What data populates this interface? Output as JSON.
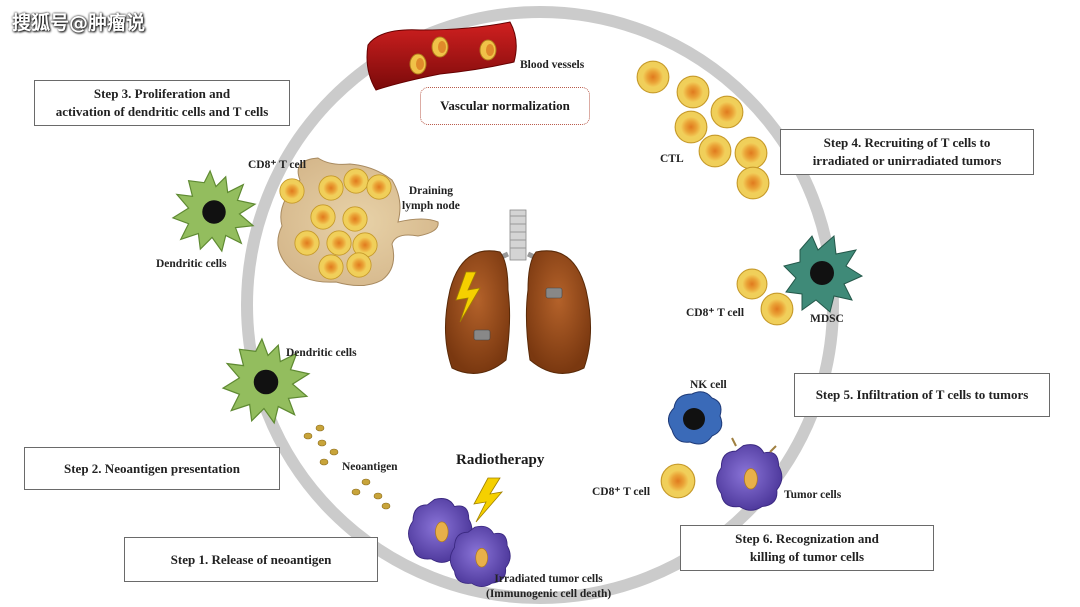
{
  "watermark": "搜狐号@肿瘤说",
  "steps": {
    "step1": "Step 1. Release of neoantigen",
    "step2": "Step 2. Neoantigen presentation",
    "step3": "Step 3. Proliferation and\nactivation of dendritic cells and T cells",
    "step4": "Step 4. Recruiting of T cells to\nirradiated or unirradiated tumors",
    "step5": "Step 5. Infiltration of T cells to tumors",
    "step6": "Step 6. Recognization and\nkilling of tumor cells"
  },
  "labels": {
    "blood_vessels": "Blood vessels",
    "vascular_normalization": "Vascular normalization",
    "ctl": "CTL",
    "cd8_top": "CD8⁺ T cell",
    "draining_lymph_node": "Draining\nlymph node",
    "dendritic_cells_top": "Dendritic cells",
    "dendritic_cells_mid": "Dendritic cells",
    "neoantigen": "Neoantigen",
    "radiotherapy": "Radiotherapy",
    "irradiated_tumor_cells": "Irradiated tumor cells\n(Immunogenic cell death)",
    "cd8_right": "CD8⁺ T cell",
    "mdsc": "MDSC",
    "nk_cell": "NK cell",
    "cd8_bottom": "CD8⁺ T cell",
    "tumor_cells": "Tumor cells"
  },
  "colors": {
    "cycle_ring": "#c8c8c8",
    "t_cell_outer": "#e8c04a",
    "t_cell_inner": "#e08a2a",
    "dendritic": "#8fb85a",
    "tumor": "#6a55b8",
    "nk": "#3a6ab8",
    "mdsc": "#3f8a78",
    "lung": "#a0521e",
    "vessel": "#b01818",
    "lightning": "#f5d000"
  }
}
